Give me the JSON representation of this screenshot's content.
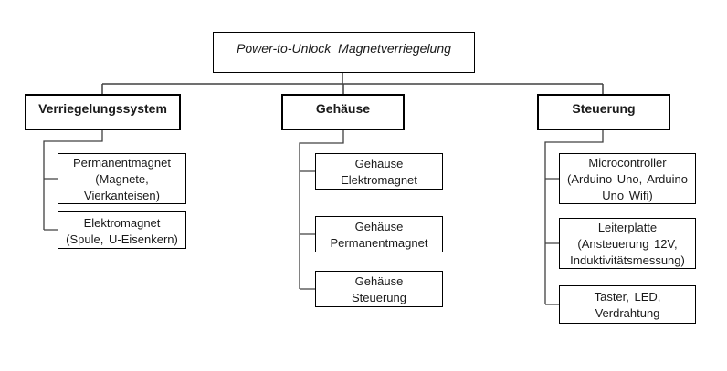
{
  "diagram": {
    "title": "Power-to-Unlock Magnetverriegelung",
    "branches": [
      {
        "label": "Verriegelungssystem",
        "children": [
          {
            "label": "Permanentmagnet\n(Magnete,\nVierkanteisen)"
          },
          {
            "label": "Elektromagnet\n(Spule, U-Eisenkern)"
          }
        ]
      },
      {
        "label": "Gehäuse",
        "children": [
          {
            "label": "Gehäuse\nElektromagnet"
          },
          {
            "label": "Gehäuse\nPermanentmagnet"
          },
          {
            "label": "Gehäuse\nSteuerung"
          }
        ]
      },
      {
        "label": "Steuerung",
        "children": [
          {
            "label": "Microcontroller\n(Arduino Uno, Arduino\nUno Wifi)"
          },
          {
            "label": "Leiterplatte\n(Ansteuerung 12V,\nInduktivitätsmessung)"
          },
          {
            "label": "Taster, LED,\nVerdrahtung"
          }
        ]
      }
    ],
    "colors": {
      "background": "#ffffff",
      "box_border": "#000000",
      "connector": "#404040",
      "text": "#1a1a1a"
    }
  }
}
